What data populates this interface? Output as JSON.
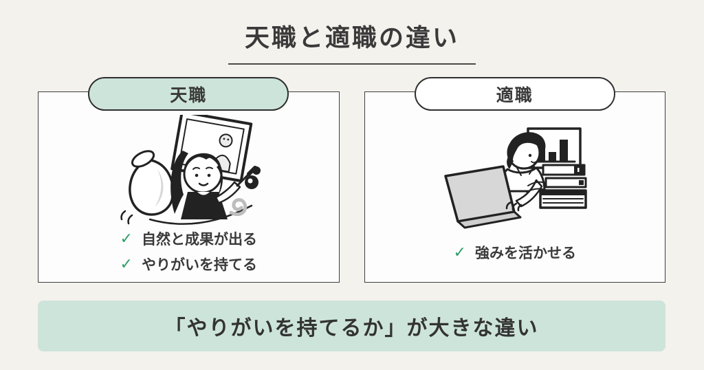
{
  "title": {
    "text": "天職と適職の違い"
  },
  "cards": [
    {
      "label": "天職",
      "illustration": "artist-woman-painting",
      "items": [
        {
          "icon": "✓",
          "text": "自然と成果が出る"
        },
        {
          "icon": "✓",
          "text": "やりがいを持てる"
        }
      ]
    },
    {
      "label": "適職",
      "illustration": "person-working-at-laptop",
      "items": [
        {
          "icon": "✓",
          "text": "強みを活かせる"
        }
      ]
    }
  ],
  "banner": {
    "text": "「やりがいを持てるか」が大きな違い"
  },
  "colors": {
    "background": "#f4f2ed",
    "card_background": "#fdfdfd",
    "card_border": "#3d3d3d",
    "accent_green": "#cde4da",
    "check_green": "#2d9e68",
    "text": "#3a3a3a"
  }
}
